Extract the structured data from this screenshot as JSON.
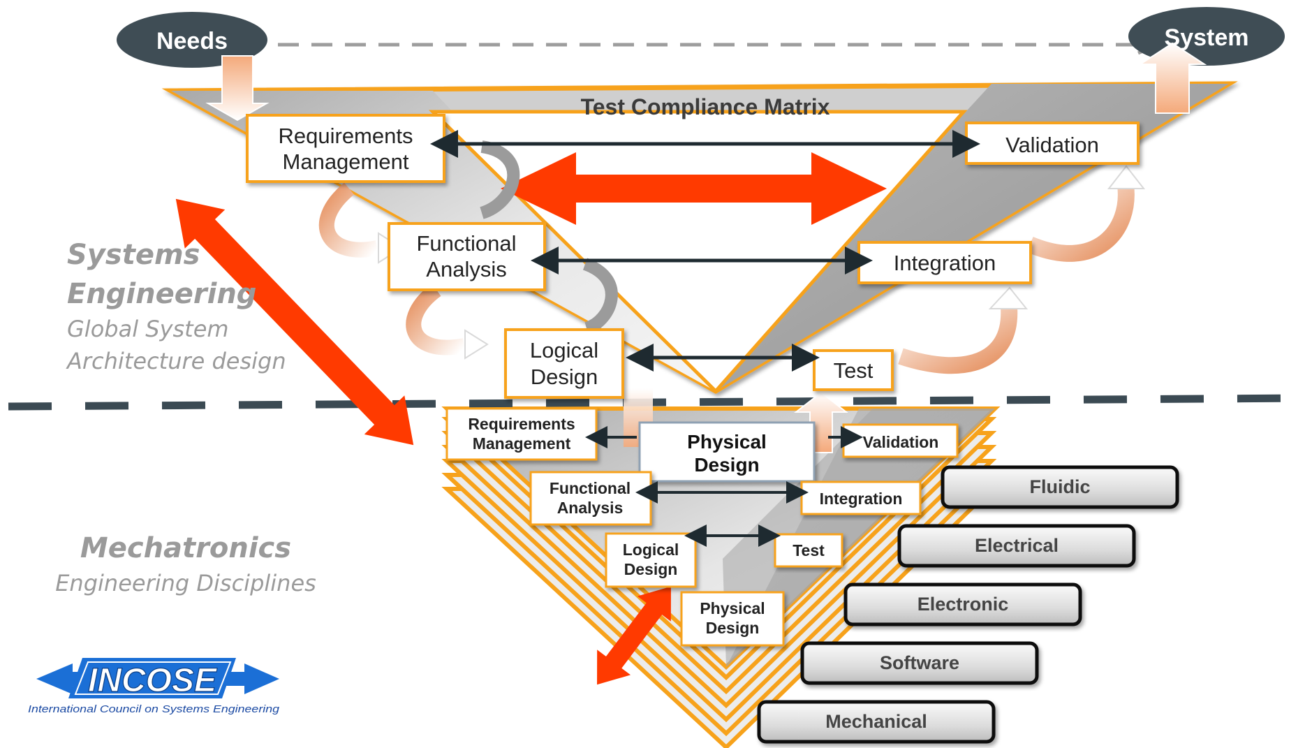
{
  "needs": "Needs",
  "system": "System",
  "tcm": "Test Compliance Matrix",
  "upper": {
    "req": [
      "Requirements",
      "Management"
    ],
    "func": [
      "Functional",
      "Analysis"
    ],
    "logic": [
      "Logical",
      "Design"
    ],
    "validation": "Validation",
    "integration": "Integration",
    "test": "Test"
  },
  "lower": {
    "req": [
      "Requirements",
      "Management"
    ],
    "physical": [
      "Physical",
      "Design"
    ],
    "validation": "Validation",
    "func": [
      "Functional",
      "Analysis"
    ],
    "integration": "Integration",
    "logic": [
      "Logical",
      "Design"
    ],
    "test": "Test",
    "phys2": [
      "Physical",
      "Design"
    ]
  },
  "side": {
    "se1": "Systems",
    "se2": "Engineering",
    "se3": "Global System",
    "se4": "Architecture design",
    "me1": "Mechatronics",
    "me2": "Engineering Disciplines"
  },
  "disciplines": [
    "Fluidic",
    "Electrical",
    "Electronic",
    "Software",
    "Mechanical"
  ],
  "logo": {
    "text": "INCOSE",
    "sub": "International Council on Systems Engineering"
  },
  "colors": {
    "orange": "#f7a21b",
    "red": "#ff3a00",
    "dark": "#3b4a53",
    "gray": "#9d9d9d"
  }
}
